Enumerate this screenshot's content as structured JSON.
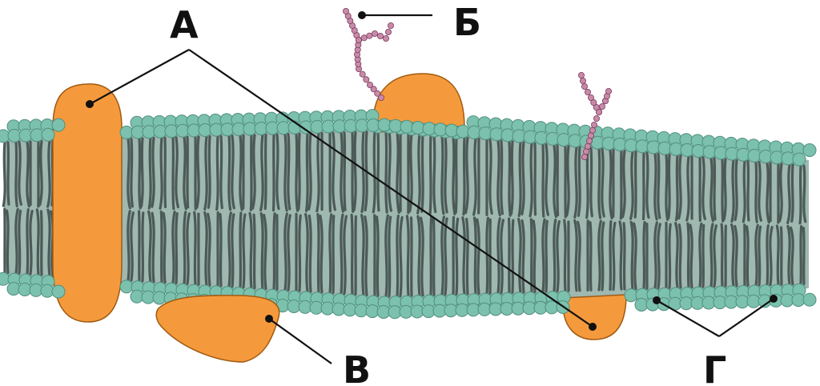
{
  "labels": {
    "a": "А",
    "b": "Б",
    "v": "В",
    "g": "Г"
  },
  "colors": {
    "background": "#ffffff",
    "head": "#7cc1ad",
    "head_stroke": "#4f8f7f",
    "membrane_core": "#9fb8b0",
    "tail": "#4c5a57",
    "protein": "#f59a3c",
    "protein_stroke": "#a05a12",
    "glycan": "#c88aa8",
    "glycan_stroke": "#7a3d5d",
    "leader": "#111111"
  }
}
